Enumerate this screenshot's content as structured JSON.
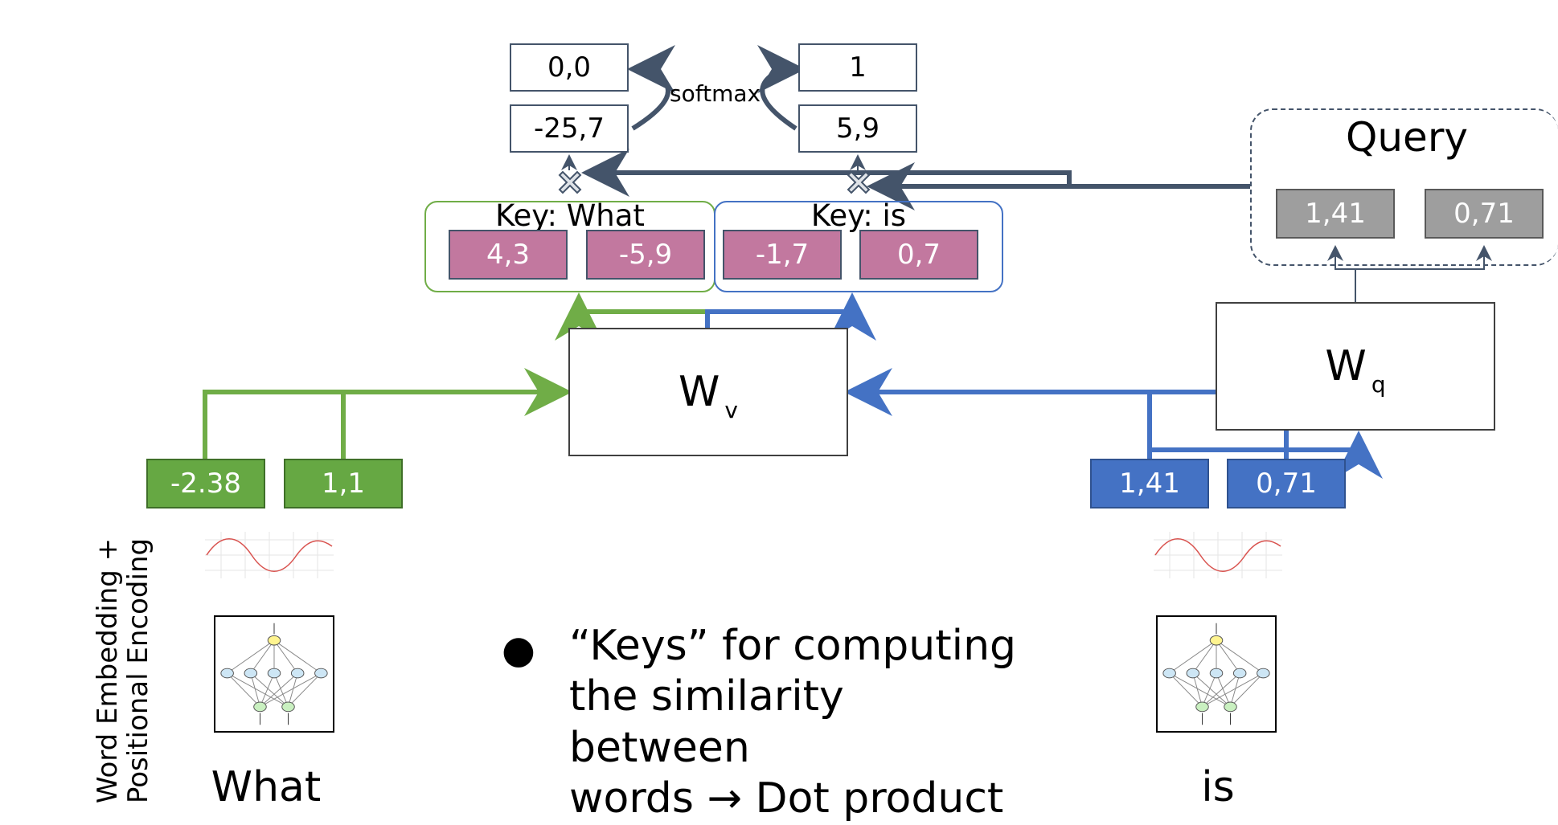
{
  "softmax": {
    "label": "softmax",
    "left_outputs": {
      "top": "0,0",
      "bottom": "-25,7"
    },
    "right_outputs": {
      "top": "1",
      "bottom": "5,9"
    }
  },
  "keys": [
    {
      "label": "Key: What",
      "values": [
        "4,3",
        "-5,9"
      ],
      "border_color": "#70ad47"
    },
    {
      "label": "Key: is",
      "values": [
        "-1,7",
        "0,7"
      ],
      "border_color": "#4472c4"
    }
  ],
  "query": {
    "title": "Query",
    "values": [
      "1,41",
      "0,71"
    ]
  },
  "weights": {
    "left": {
      "main": "W",
      "sub": "v"
    },
    "right": {
      "main": "W",
      "sub": "q"
    }
  },
  "embeddings": {
    "what": [
      "-2.38",
      "1,1"
    ],
    "is": [
      "1,41",
      "0,71"
    ]
  },
  "words": {
    "left": "What",
    "right": "is"
  },
  "side_label": {
    "line1": "Word Embedding +",
    "line2": "Positional Encoding"
  },
  "bullet": {
    "symbol": "●",
    "lines": [
      "“Keys” for computing",
      "the similarity between",
      "words → Dot product"
    ]
  },
  "colors": {
    "arrow_dark": "#44546a",
    "green": "#70ad47",
    "blue": "#4472c4",
    "key_fill": "#c2789f",
    "query_fill": "#9e9e9e"
  },
  "icons": [
    "multiply-icon",
    "neural-network-icon",
    "sine-wave-icon"
  ]
}
